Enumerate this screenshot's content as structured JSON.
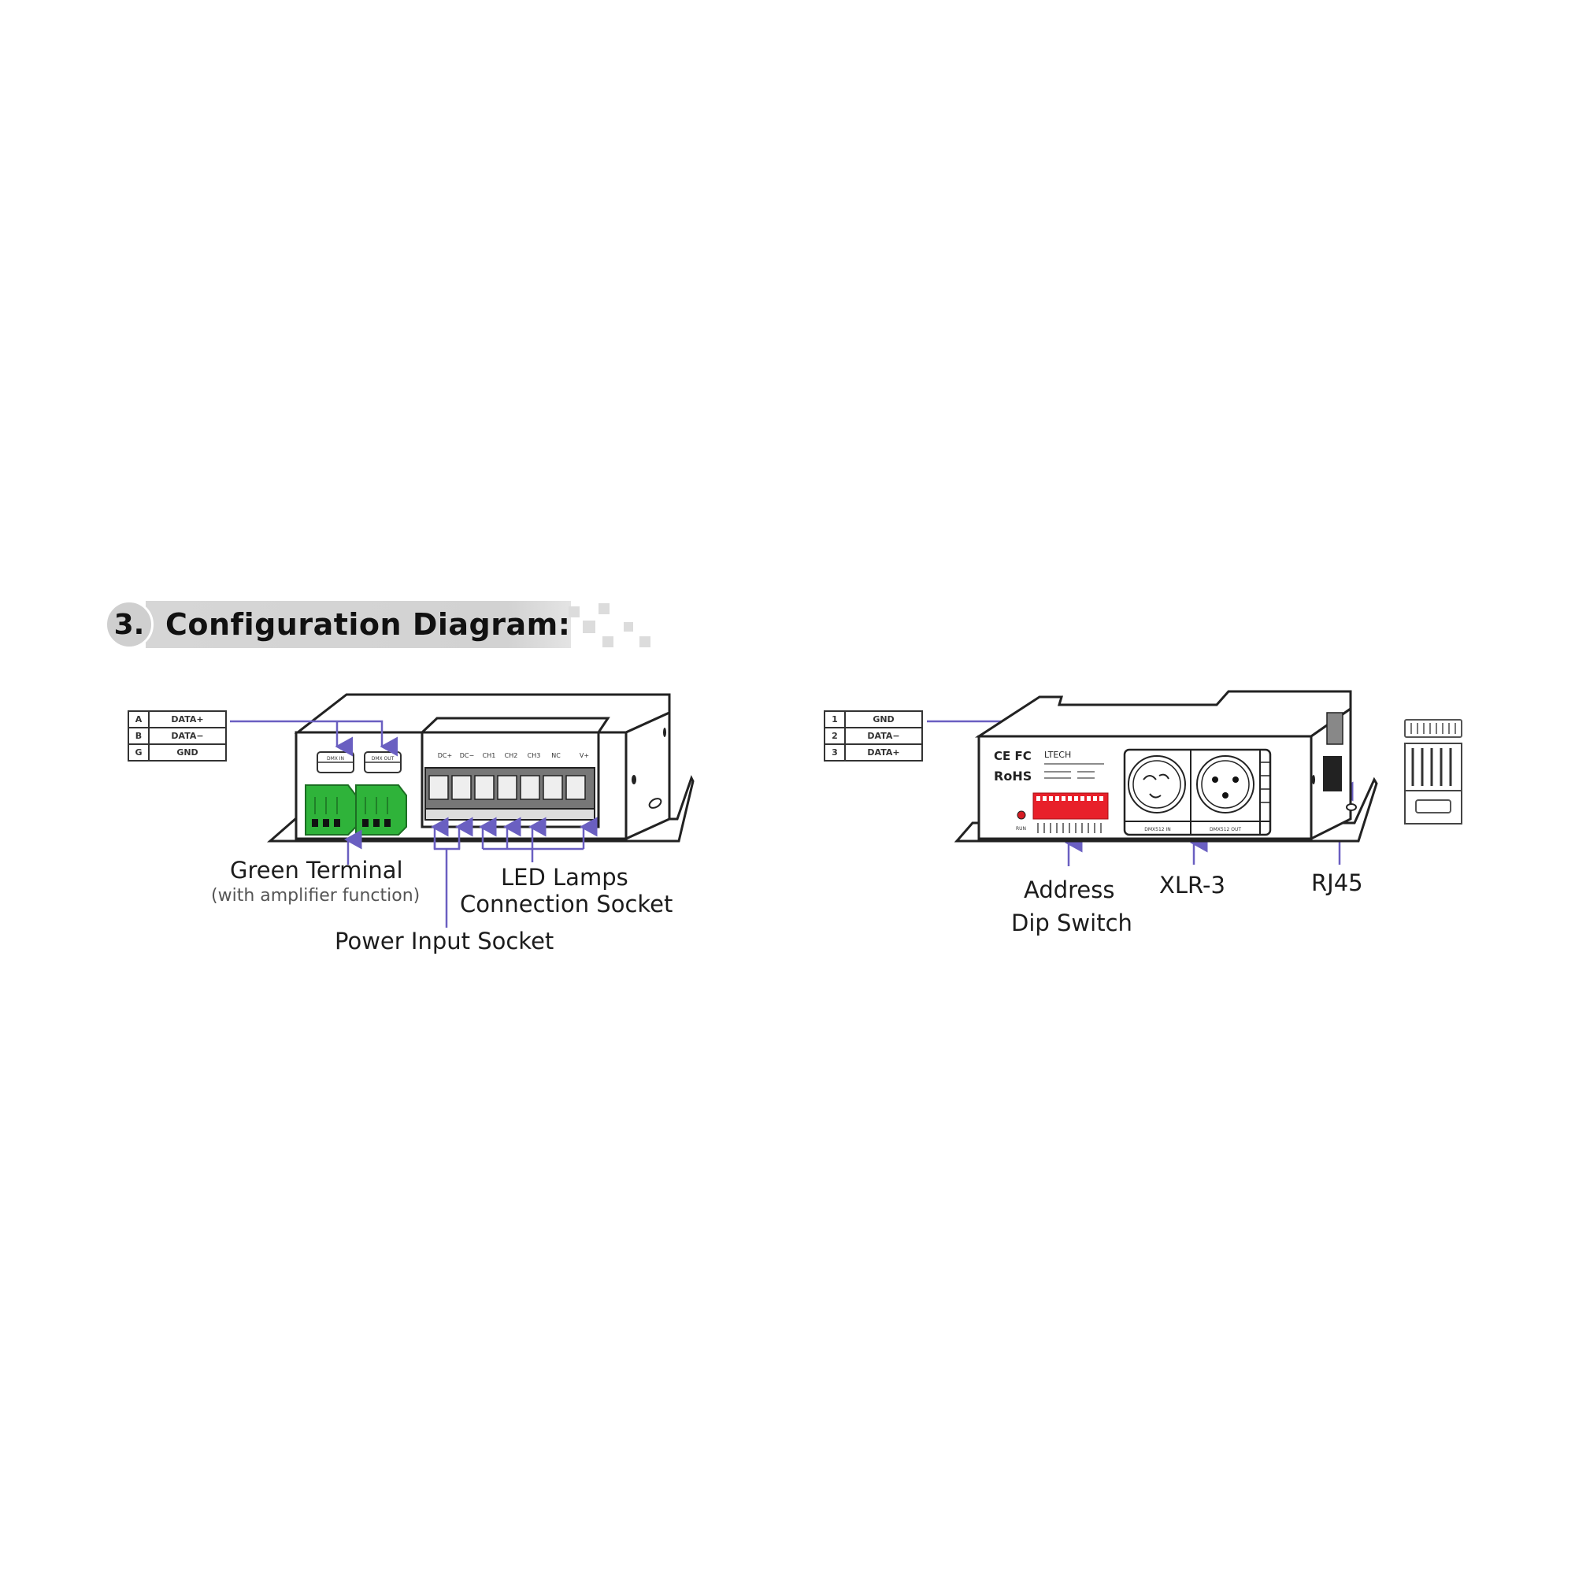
{
  "section": {
    "number": "3.",
    "title": "Configuration Diagram:"
  },
  "colors": {
    "connector_line": "#6a5fc1",
    "terminal_green": "#2fb33a",
    "dip_switch_red": "#e8202a",
    "header_gray": "#d4d4d4",
    "outline": "#222222"
  },
  "left_device": {
    "pin_table": [
      {
        "pin": "A",
        "signal": "DATA+"
      },
      {
        "pin": "B",
        "signal": "DATA−"
      },
      {
        "pin": "G",
        "signal": "GND"
      }
    ],
    "terminal_block_labels": [
      "DC+",
      "DC−",
      "CH1",
      "CH2",
      "CH3",
      "NC",
      "V+"
    ],
    "green_terminal_tags": [
      "DMX IN",
      "DMX OUT"
    ],
    "labels": {
      "green_terminal": "Green  Terminal",
      "green_terminal_note": "(with amplifier function)",
      "led_lamps_line1": "LED Lamps",
      "led_lamps_line2": "Connection Socket",
      "power_input": "Power Input Socket"
    }
  },
  "right_device": {
    "pin_table": [
      {
        "pin": "1",
        "signal": "GND"
      },
      {
        "pin": "2",
        "signal": "DATA−"
      },
      {
        "pin": "3",
        "signal": "DATA+"
      }
    ],
    "brand": "LTECH",
    "certifications": [
      "CE",
      "FC",
      "RoHS"
    ],
    "indicator_label": "RUN",
    "xlr_ports": [
      "DMX512 IN",
      "DMX512 OUT"
    ],
    "labels": {
      "address_line1": "Address",
      "address_line2": "Dip Switch",
      "xlr": "XLR-3",
      "rj45": "RJ45"
    }
  }
}
